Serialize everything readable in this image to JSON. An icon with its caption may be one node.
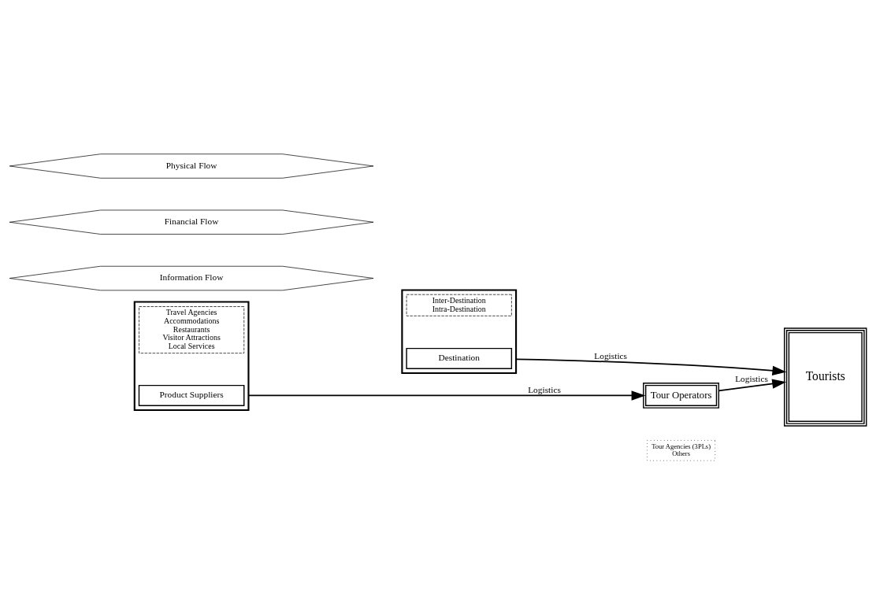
{
  "diagram": {
    "nodes": [
      {
        "text": [],
        "shape": "box"
      },
      {
        "text": [
          "Destination"
        ],
        "in": 0
      },
      {
        "text": [
          "Inter-Destination",
          "Intra-Destination"
        ],
        "in": 0
      },
      {
        "text": [],
        "shape": "box"
      },
      {
        "text": [
          "Product Suppliers"
        ],
        "in": 3
      },
      {
        "text": [
          "Travel Agencies",
          "Accommodations",
          "Restaurants",
          "Visitor Attractions",
          "Local Services"
        ],
        "in": 3
      },
      {
        "text": [
          "Tour Operators"
        ]
      },
      {
        "text": [
          "Tour Agencies (3PLs)",
          "Others"
        ]
      },
      {
        "text": [
          "Tourists"
        ]
      },
      {
        "text": [
          "Physical Flow"
        ]
      },
      {
        "text": [
          "Financial Flow"
        ]
      },
      {
        "text": [
          "Information Flow"
        ]
      }
    ],
    "edges": [
      {
        "from": 0,
        "to": 8,
        "arrow": "to",
        "label": "Logistics"
      },
      {
        "from": 3,
        "to": 6,
        "arrow": "to",
        "label": "Logistics"
      },
      {
        "from": 6,
        "to": 8,
        "arrow": "to",
        "label": "Logistics"
      }
    ]
  }
}
